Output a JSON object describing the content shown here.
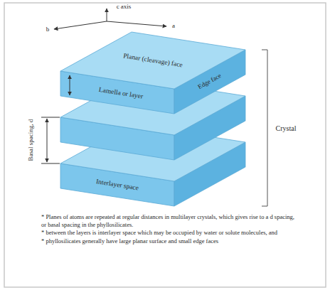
{
  "diagram": {
    "labels": [
      "c axis",
      "b",
      "a",
      "Planar (cleavage) face",
      "Edge face",
      "Lamella or layer",
      "Crystal",
      "Basal spacing, d",
      "Interlayer space",
      "* Planes of atoms are repeated at regular distances in multilayer crystals, which gives rise to a d spacing, or basal spacing in the phyllosilicates.",
      "* between the layers is interlayer space which may be occupied by water or solute molecules, and",
      "* phyllosilicates generally have large planar surface and small edge faces"
    ]
  }
}
